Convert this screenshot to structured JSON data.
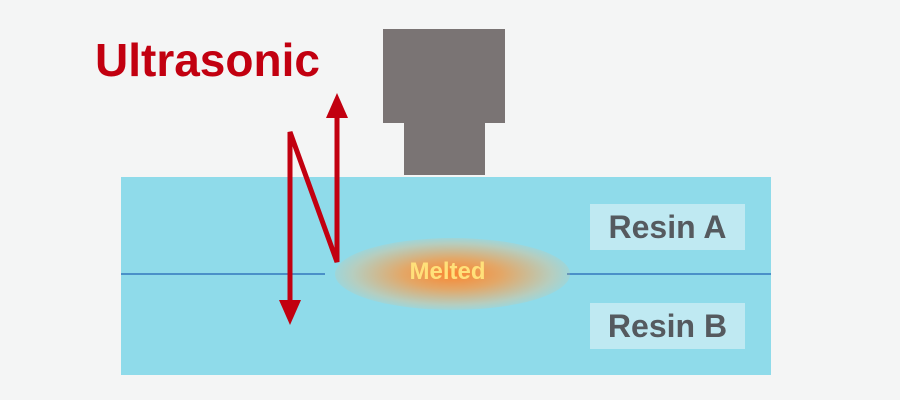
{
  "title": "Ultrasonic",
  "labels": {
    "resin_a": "Resin A",
    "resin_b": "Resin B",
    "melted": "Melted"
  },
  "colors": {
    "title": "#c20010",
    "arrow": "#c20010",
    "resin": "#8fdbea",
    "horn": "#7a7474",
    "melt_glow": "#ff8228",
    "melt_text": "#ffe07a",
    "seam": "#4a90c8",
    "label_bg": "#bfe9f2",
    "label_text": "#555a5f"
  }
}
